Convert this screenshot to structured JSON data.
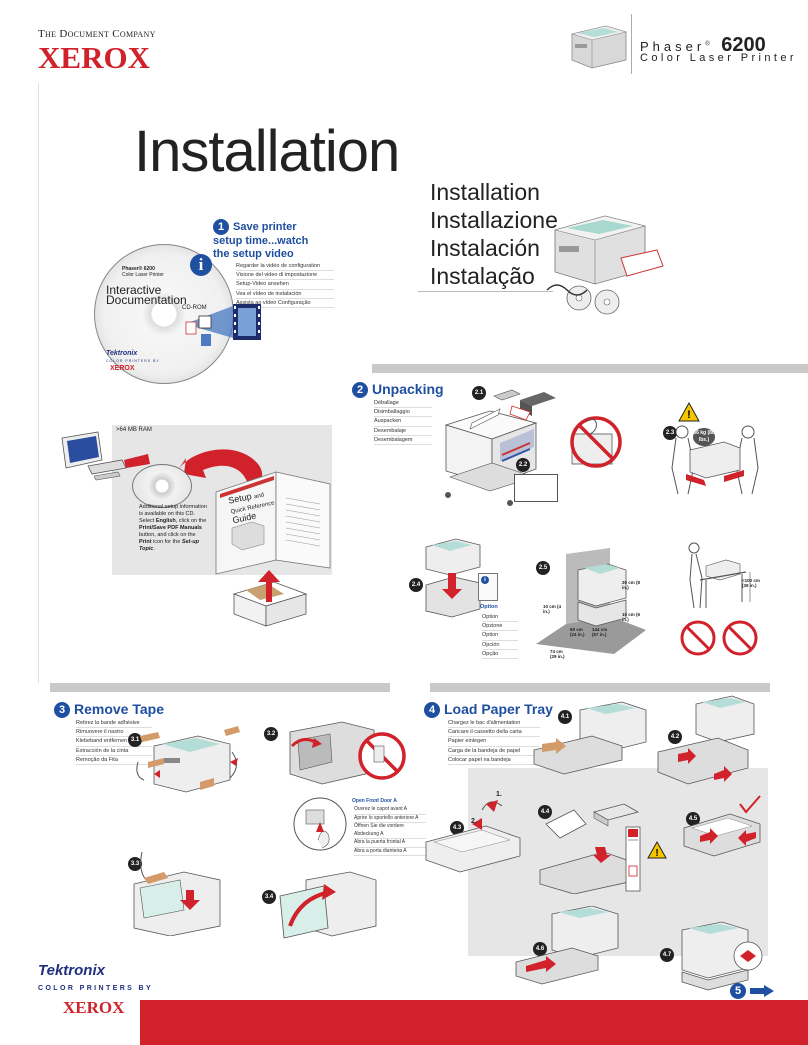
{
  "header": {
    "company_line": "The Document Company",
    "brand": "XEROX",
    "product_prefix": "Phaser",
    "product_mark": "®",
    "product_number": "6200",
    "product_subtitle": "Color Laser Printer"
  },
  "title": "Installation",
  "language_titles": [
    "Installation",
    "Installazione",
    "Instalación",
    "Instalação"
  ],
  "step1": {
    "number": "1",
    "title": "Save printer setup time...watch the setup video",
    "translations": [
      "Regarder la vidéo de configuration",
      "Visione del video di impostazione",
      "Setup-Video ansehen",
      "Vea el vídeo de instalación",
      "Assista ao vídeo Configuração"
    ],
    "cd": {
      "product": "Phaser® 6200",
      "product_sub": "Color Laser Printer",
      "line1": "Interactive",
      "line2": "Documentation",
      "line3": "CD-ROM",
      "brand1": "Tektronix",
      "brand2": "COLOR PRINTERS BY",
      "brand3": "XEROX"
    }
  },
  "setup_panel": {
    "ram_label": ">64 MB RAM",
    "note_parts": [
      "Additional setup information is available on this CD. Select ",
      "English",
      ", click on the ",
      "Print/Save PDF Manuals",
      " button, and click on the ",
      "Print",
      " icon for the ",
      "Set-up Topic",
      "."
    ],
    "guide_title1": "Setup",
    "guide_title2": "and",
    "guide_title3": "Quick Reference",
    "guide_title4": "Guide"
  },
  "step2": {
    "number": "2",
    "title": "Unpacking",
    "translations": [
      "Déballage",
      "Disimballaggio",
      "Auspacken",
      "Desembalaje",
      "Desembalagem"
    ],
    "callouts": [
      "2.1",
      "2.2",
      "2.3",
      "2.4",
      "2.5"
    ],
    "weight_label": "36 kg (80 lbs.)",
    "option_title": "Option",
    "option_translations": [
      "Option",
      "Opzione",
      "Option",
      "Opción",
      "Opção"
    ],
    "dimensions": {
      "d1": "20 cm (8 in.)",
      "d2": "15 cm (6 in.)",
      "d3": "10 cm (4 in.)",
      "d4": "60 cm (24 in.)",
      "d5": "144 cm (57 in.)",
      "d6": "74 cm (29 in.)",
      "d7": "<100 cm (39 in.)"
    }
  },
  "step3": {
    "number": "3",
    "title": "Remove Tape",
    "translations": [
      "Retirez la bande adhésive",
      "Rimuovere il nastro",
      "Klebeband entfernen",
      "Extracción de la cinta",
      "Remoção da Fita"
    ],
    "callouts": [
      "3.1",
      "3.2",
      "3.3",
      "3.4"
    ],
    "door_title": "Open Front Door A",
    "door_translations": [
      "Ouvrez le capot avant A",
      "Aprire lo sportello anteriore A",
      "Öffnen Sie die vordere Abdeckung A",
      "Abra la puerta frontal A",
      "Abra a porta dianteira A"
    ]
  },
  "step4": {
    "number": "4",
    "title": "Load Paper Tray",
    "translations": [
      "Chargez le bac d'alimentation",
      "Caricare il cassetto della carta",
      "Papier einlegen",
      "Carga de la bandeja de papel",
      "Colocar papel na bandeja"
    ],
    "callouts": [
      "4.1",
      "4.2",
      "4.3",
      "4.4",
      "4.5",
      "4.6",
      "4.7"
    ],
    "sub_steps": [
      "1.",
      "2."
    ]
  },
  "next_step": "5",
  "footer": {
    "brand1": "Tektronix",
    "brand2": "COLOR PRINTERS BY",
    "brand3": "XEROX"
  },
  "colors": {
    "brand_red": "#d1222b",
    "accent_blue": "#1f4fa0",
    "panel_gray": "#e6e6e6"
  }
}
